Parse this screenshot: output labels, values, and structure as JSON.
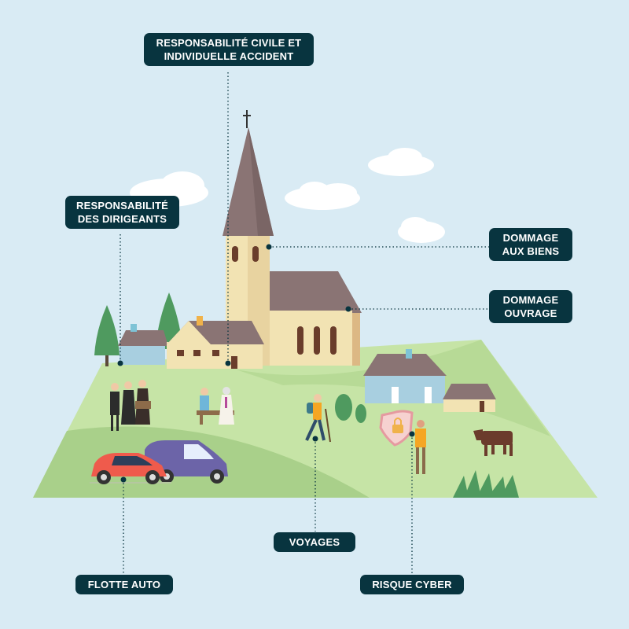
{
  "labels": {
    "rc": [
      "RESPONSABILITÉ CIVILE ET",
      "INDIVIDUELLE ACCIDENT"
    ],
    "dirigeants": [
      "RESPONSABILITÉ",
      "DES DIRIGEANTS"
    ],
    "biens": [
      "DOMMAGE",
      "AUX BIENS"
    ],
    "ouvrage": [
      "DOMMAGE",
      "OUVRAGE"
    ],
    "voyages": "VOYAGES",
    "flotte": "FLOTTE AUTO",
    "cyber": "RISQUE CYBER"
  },
  "colors": {
    "sky": "#d9ebf4",
    "label_bg": "#08343f",
    "label_text": "#ffffff",
    "grass_light": "#c6e4a6",
    "grass_dark": "#a9d08a",
    "roof": "#8a7474",
    "wall": "#f2e3b3",
    "car_red": "#ef5b4c",
    "van_purple": "#6c64a8"
  }
}
